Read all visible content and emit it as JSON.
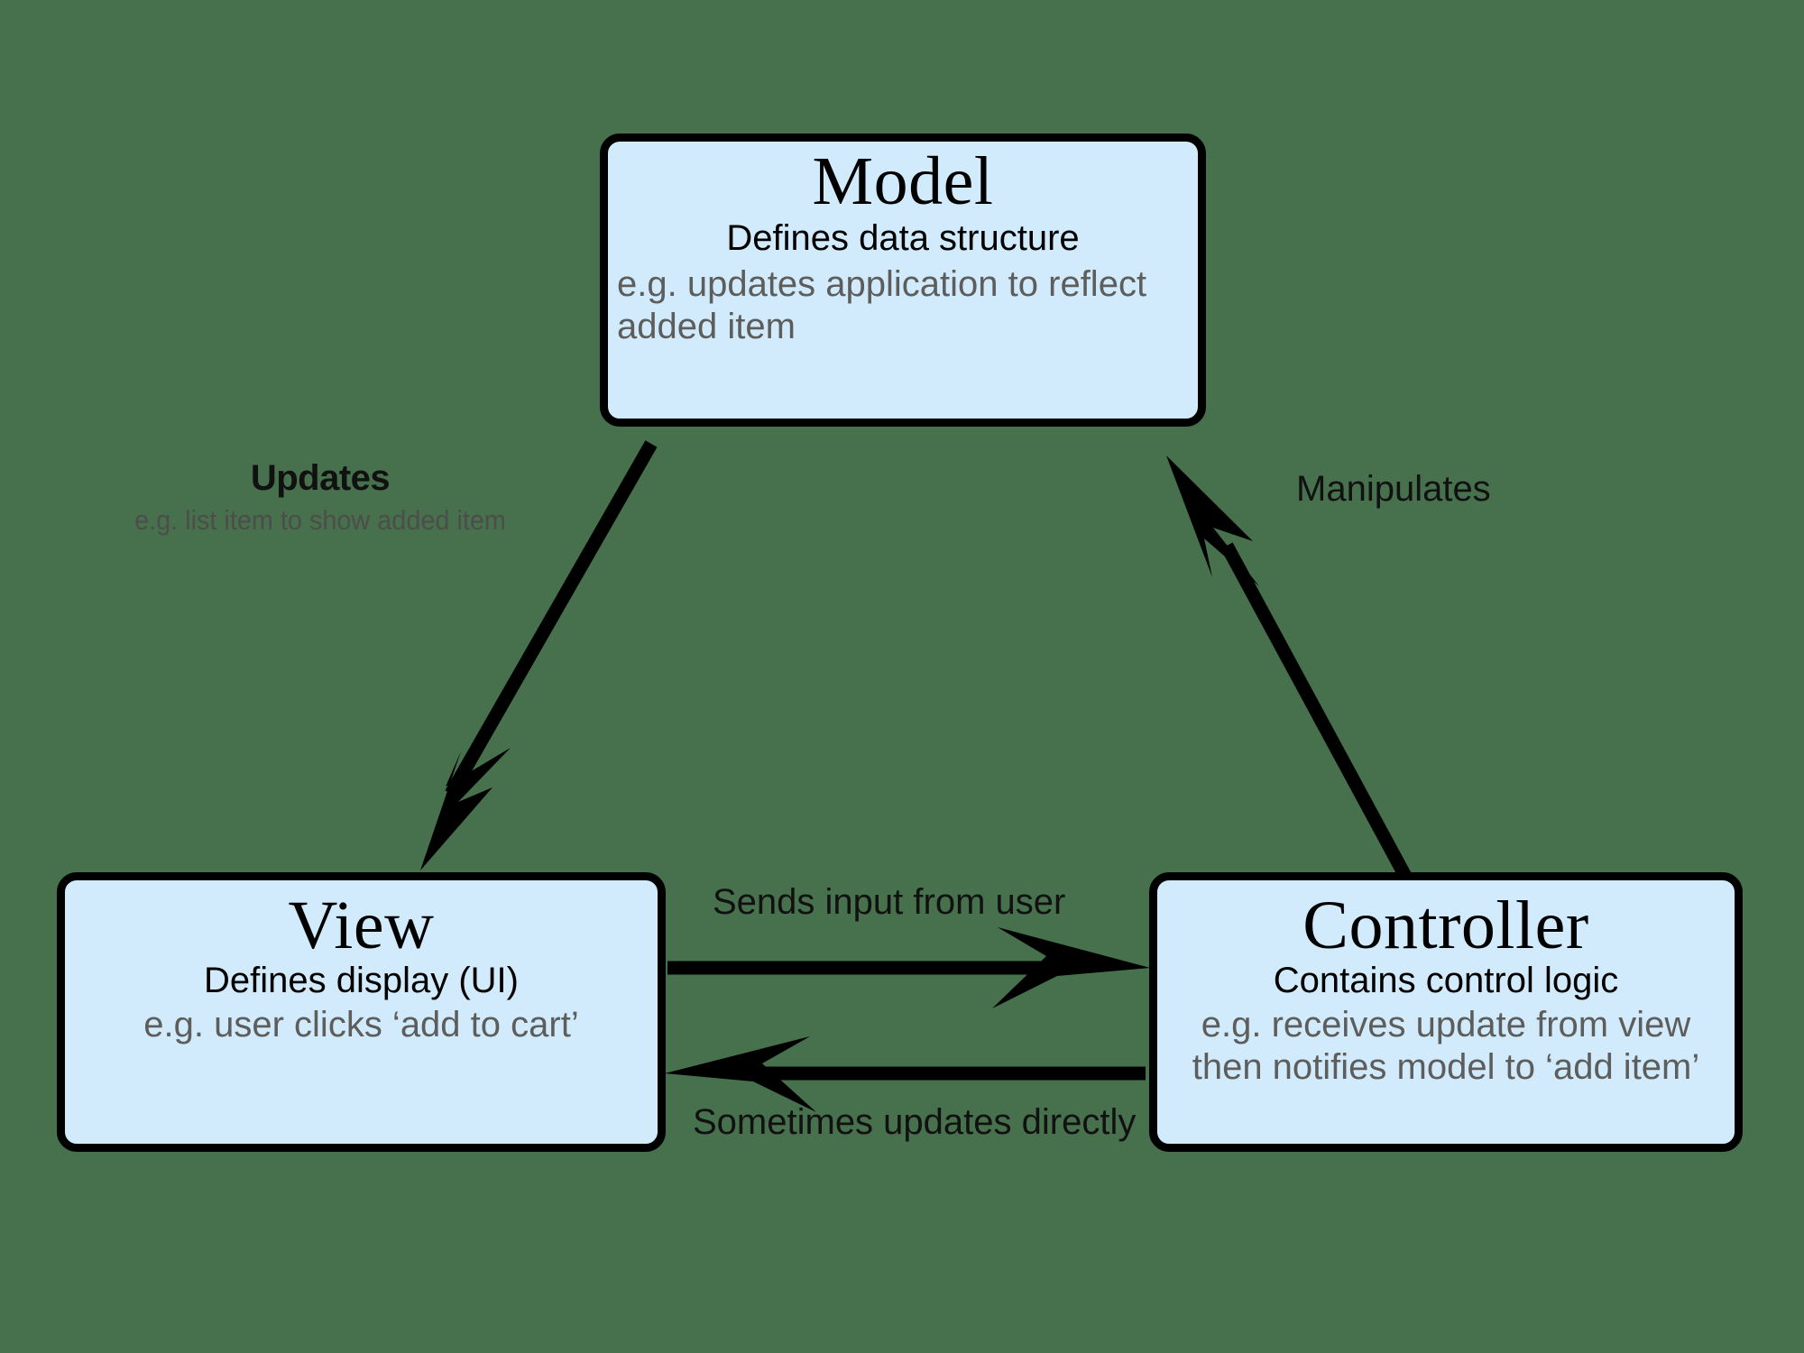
{
  "diagram": {
    "title": "MVC (Model View Controller) architecture diagram",
    "background_color": "#47704d",
    "node_fill_color": "#d1eafc",
    "node_border_color": "#000000",
    "eg_text_color": "#5d5d5b"
  },
  "nodes": {
    "model": {
      "title": "Model",
      "subtitle": "Defines data structure",
      "eg_line1": "e.g. updates application to reflect",
      "eg_line2": "added item"
    },
    "view": {
      "title": "View",
      "subtitle": "Defines display (UI)",
      "eg": "e.g. user clicks ‘add to cart’"
    },
    "controller": {
      "title": "Controller",
      "subtitle": "Contains control logic",
      "eg_line1": "e.g. receives update from view",
      "eg_line2": "then notifies model to ‘add item’"
    }
  },
  "edges": {
    "model_to_view": {
      "label": "Updates",
      "sublabel": "e.g. list item to show added item"
    },
    "controller_to_model": {
      "label": "Manipulates"
    },
    "view_to_controller": {
      "label": "Sends input from user"
    },
    "controller_to_view": {
      "label": "Sometimes updates directly"
    }
  }
}
